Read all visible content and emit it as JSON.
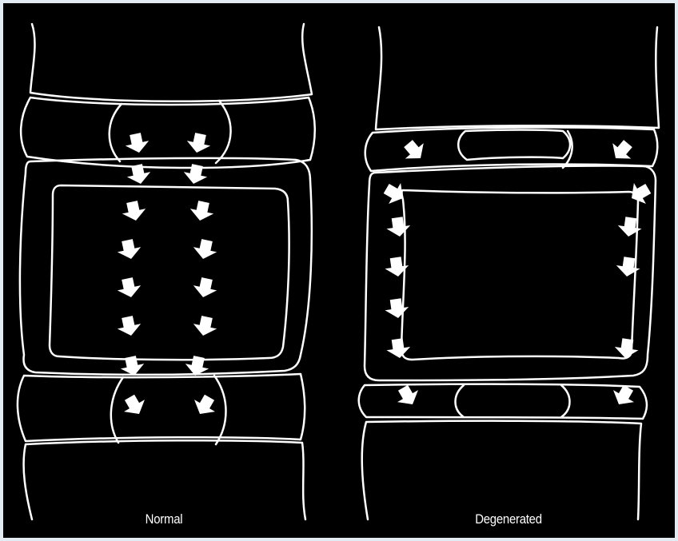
{
  "panels": [
    {
      "id": "normal",
      "caption": "Normal"
    },
    {
      "id": "degenerated",
      "caption": "Degenerated"
    }
  ],
  "colors": {
    "background": "#000000",
    "stroke": "#ffffff",
    "arrow_fill": "#ffffff",
    "border": "#e3ecf3"
  },
  "icons": {
    "arrow": "pressure-arrow-icon"
  }
}
